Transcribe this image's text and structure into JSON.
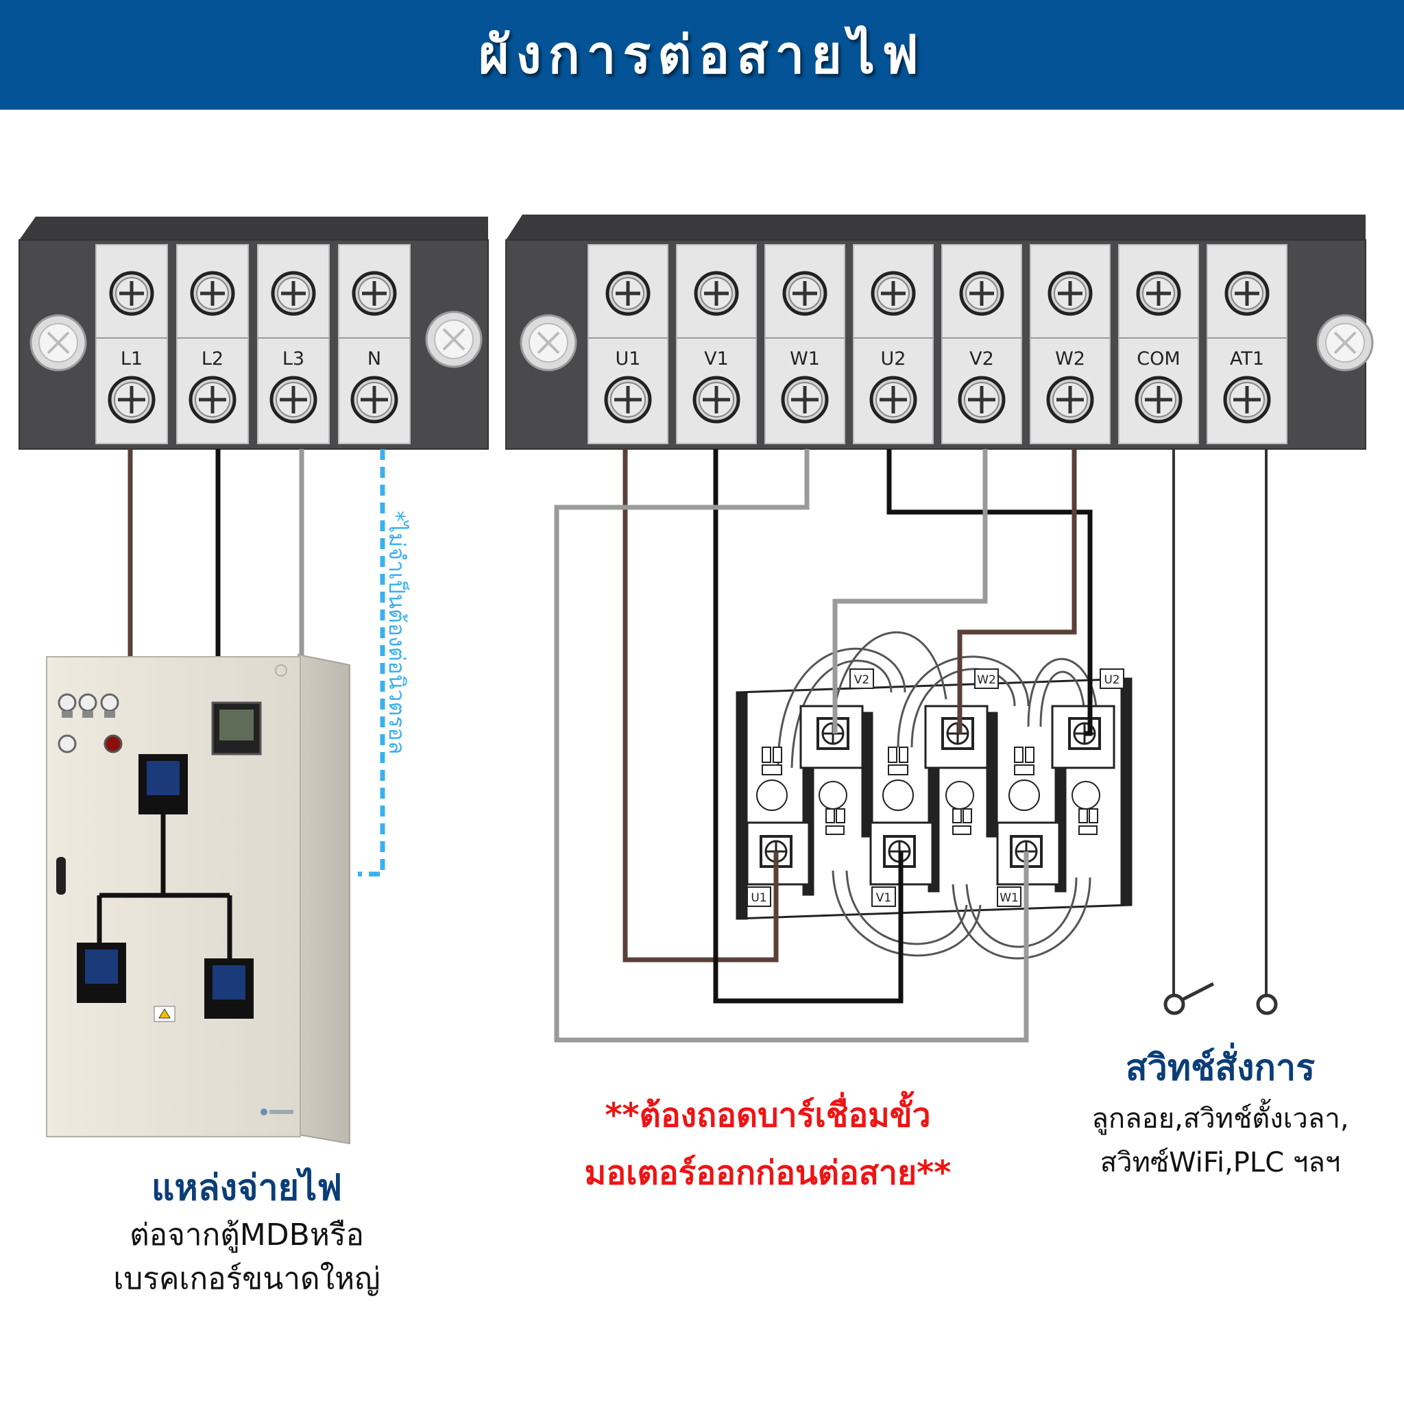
{
  "header": {
    "title": "ผังการต่อสายไฟ"
  },
  "input_terminal": {
    "labels": [
      "L1",
      "L2",
      "L3",
      "N"
    ]
  },
  "output_terminal": {
    "labels": [
      "U1",
      "V1",
      "W1",
      "U2",
      "V2",
      "W2",
      "COM",
      "AT1"
    ]
  },
  "motor": {
    "top_labels": [
      "V2",
      "W2",
      "U2"
    ],
    "bottom_labels": [
      "U1",
      "V1",
      "W1"
    ]
  },
  "neutral_note": "*ไม่จำเป็นต้องต่อนิวตรอล",
  "power_source": {
    "title": "แหล่งจ่ายไฟ",
    "desc_line1": "ต่อจากตู้MDBหรือ",
    "desc_line2": "เบรคเกอร์ขนาดใหญ่"
  },
  "warning": {
    "line1": "**ต้องถอดบาร์เชื่อมขั้ว",
    "line2": "มอเตอร์ออกก่อนต่อสาย**"
  },
  "control_switch": {
    "title": "สวิทช์สั่งการ",
    "desc_line1": "ลูกลอย,สวิทช์ตั้งเวลา,",
    "desc_line2": "สวิทซ์WiFi,PLC ฯลฯ"
  },
  "colors": {
    "header_bg": "#035396",
    "terminal_body": "#4a4a4c",
    "terminal_cell": "#e6e6e6",
    "wire_brown": "#5a4038",
    "wire_black": "#111111",
    "wire_grey": "#9a9a9a",
    "neutral_dashed": "#3ab0ee",
    "warning_text": "#ee1414",
    "title_text": "#0b3e77"
  }
}
